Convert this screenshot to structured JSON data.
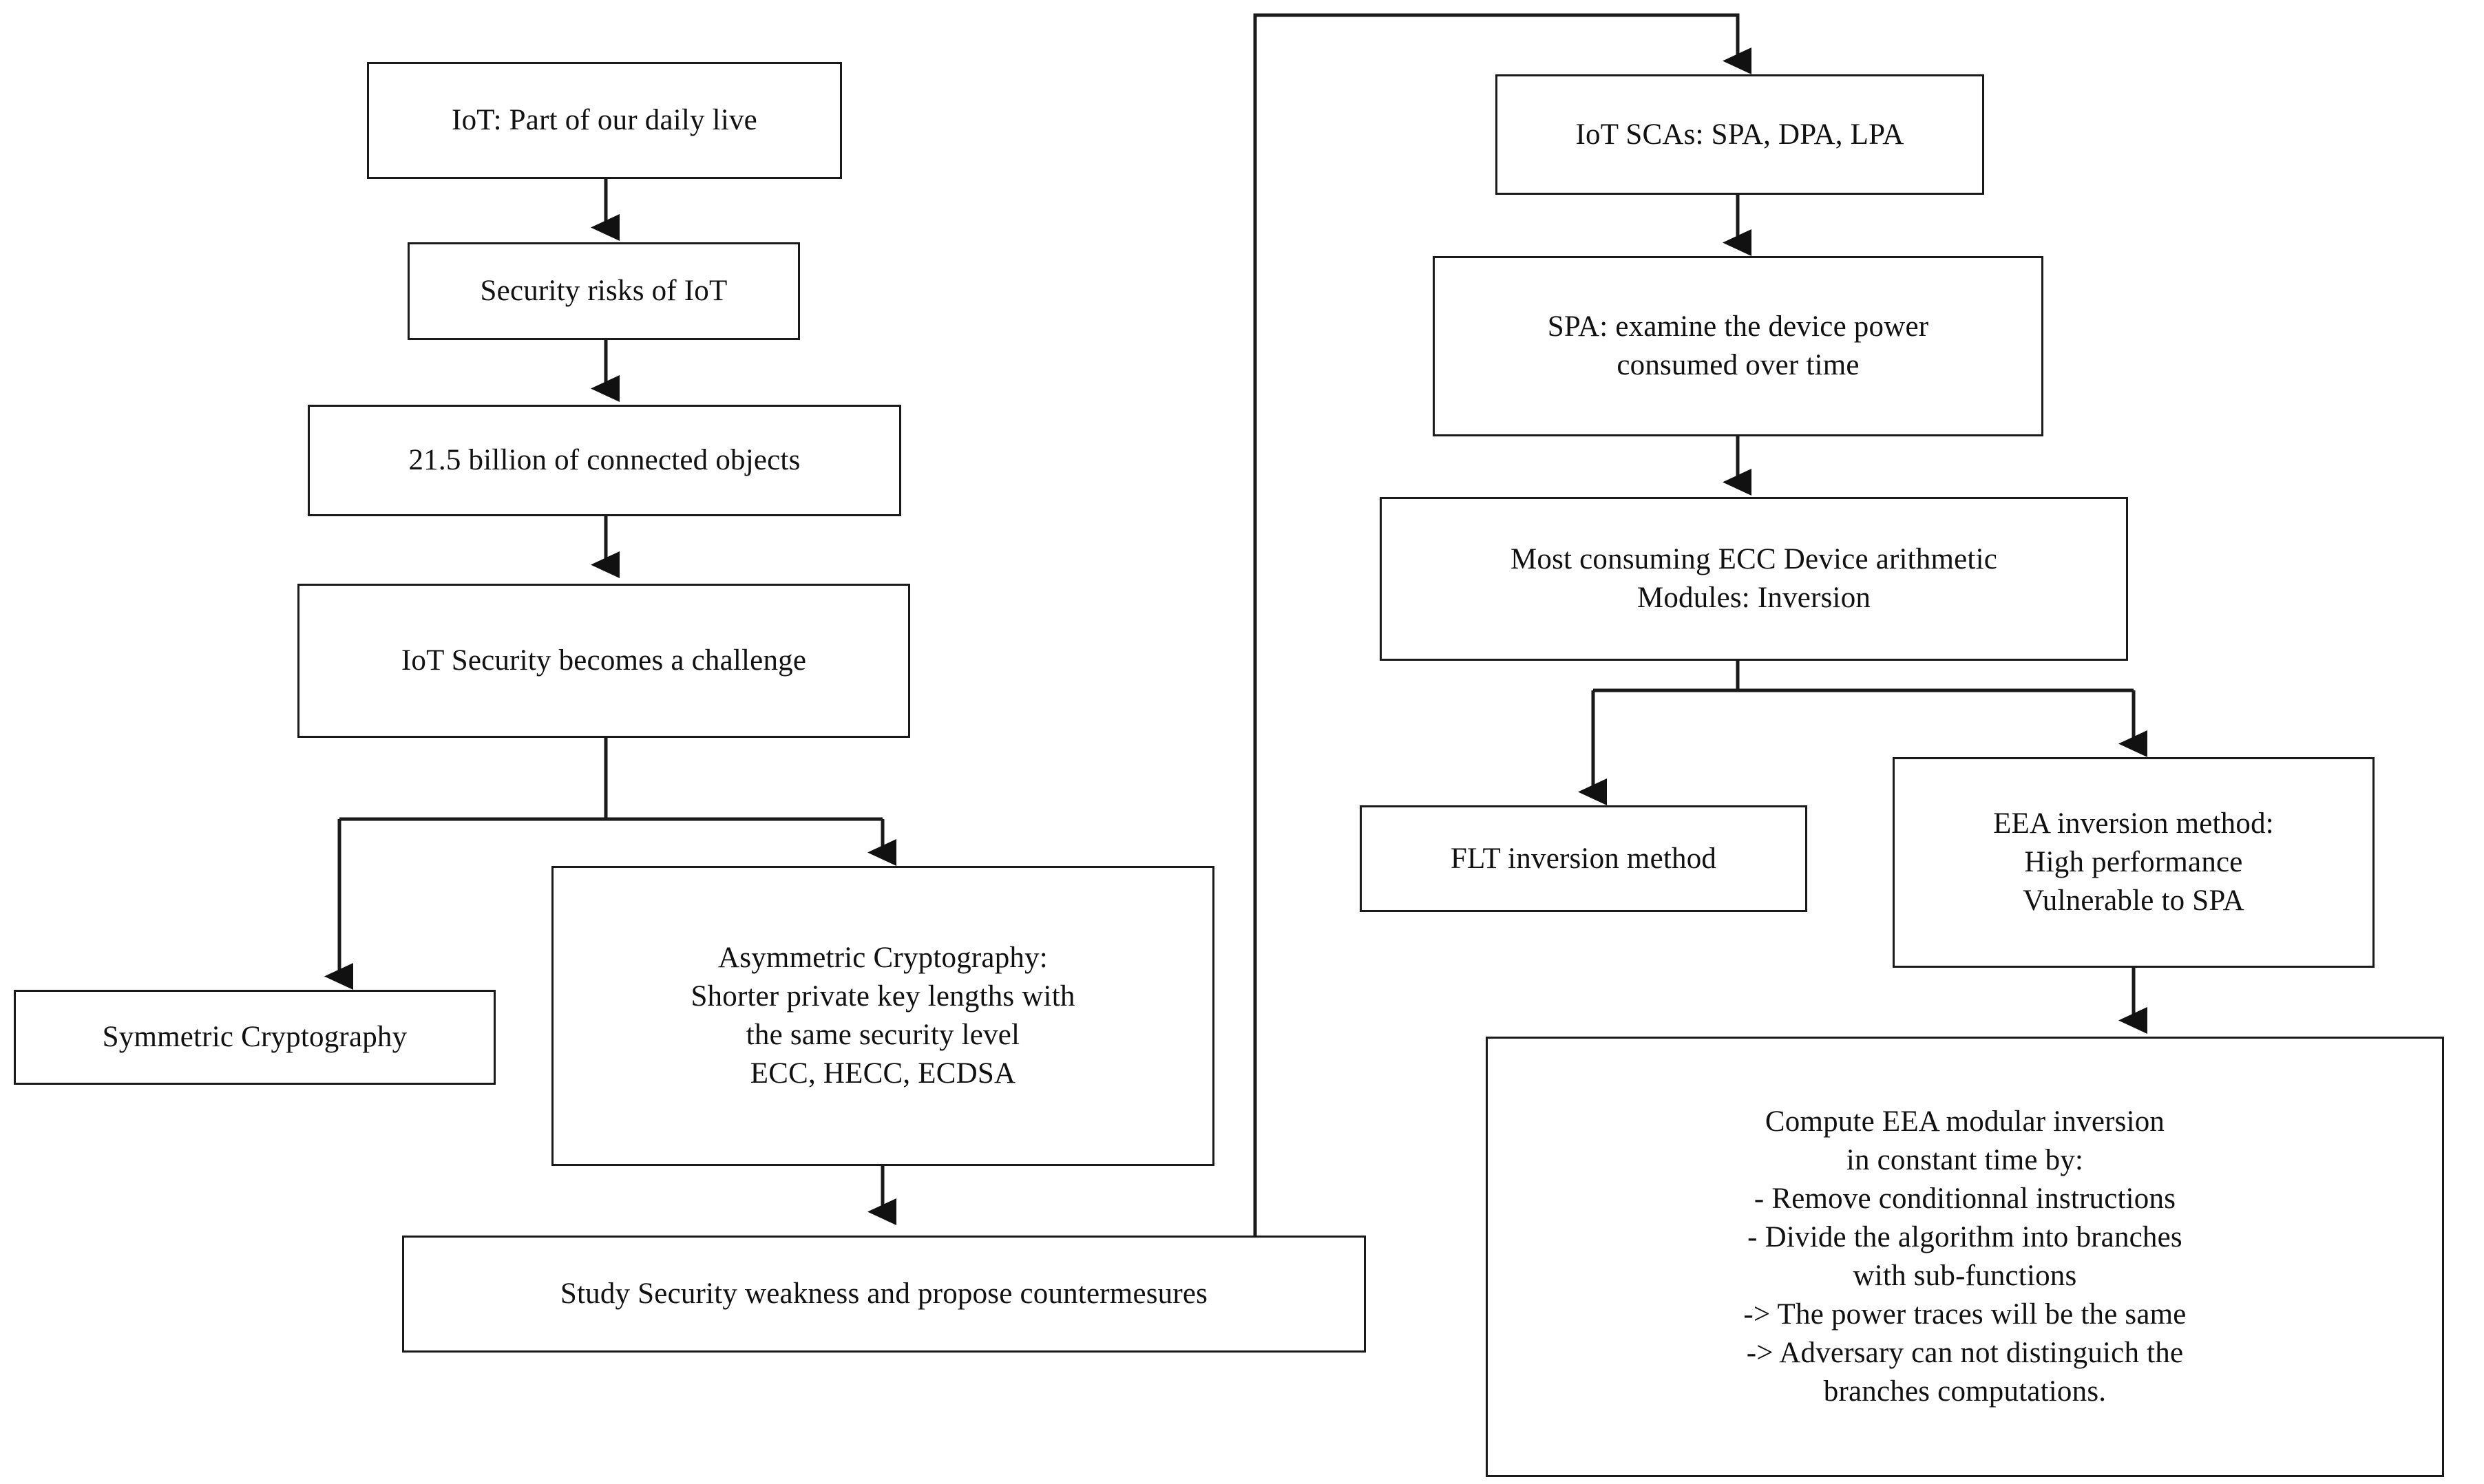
{
  "diagram": {
    "title": "IoT Security and ECC Side-Channel Attack Countermeasure Flowchart",
    "background_color": "#ffffff",
    "line_color": "#1a1a1a",
    "text_color": "#111111",
    "nodes": [
      {
        "id": "iot-daily",
        "label": "IoT: Part of our daily live"
      },
      {
        "id": "security-risks",
        "label": "Security risks of IoT"
      },
      {
        "id": "connected-objects",
        "label": "21.5 billion of connected objects"
      },
      {
        "id": "iot-challenge",
        "label": "IoT Security becomes a challenge"
      },
      {
        "id": "symmetric-crypto",
        "label": "Symmetric Cryptography"
      },
      {
        "id": "asymmetric-crypto",
        "label": "Asymmetric Cryptography:\nShorter private key lengths with\nthe same security level\nECC, HECC, ECDSA"
      },
      {
        "id": "study-weakness",
        "label": "Study Security weakness and propose countermesures"
      },
      {
        "id": "iot-scas",
        "label": "IoT SCAs: SPA, DPA, LPA"
      },
      {
        "id": "spa-examine",
        "label": "SPA: examine the device power\nconsumed over time"
      },
      {
        "id": "most-consuming",
        "label": "Most consuming ECC Device arithmetic\nModules: Inversion"
      },
      {
        "id": "flt-inversion",
        "label": "FLT inversion method"
      },
      {
        "id": "eea-inversion",
        "label": "EEA inversion method:\nHigh performance\nVulnerable to SPA"
      },
      {
        "id": "compute-eea",
        "label": "Compute EEA modular inversion\nin constant time by:\n - Remove conditionnal instructions\n- Divide the algorithm into branches\nwith sub-functions\n-> The power traces will be the same\n-> Adversary can not distinguich the\nbranches computations."
      }
    ],
    "edges": [
      {
        "from": "iot-daily",
        "to": "security-risks",
        "kind": "straight-down"
      },
      {
        "from": "security-risks",
        "to": "connected-objects",
        "kind": "straight-down"
      },
      {
        "from": "connected-objects",
        "to": "iot-challenge",
        "kind": "straight-down"
      },
      {
        "from": "iot-challenge",
        "to": "symmetric-crypto",
        "kind": "split-left"
      },
      {
        "from": "iot-challenge",
        "to": "asymmetric-crypto",
        "kind": "split-right"
      },
      {
        "from": "asymmetric-crypto",
        "to": "study-weakness",
        "kind": "straight-down"
      },
      {
        "from": "study-weakness",
        "to": "iot-scas",
        "kind": "loop-up-right"
      },
      {
        "from": "iot-scas",
        "to": "spa-examine",
        "kind": "straight-down"
      },
      {
        "from": "spa-examine",
        "to": "most-consuming",
        "kind": "straight-down"
      },
      {
        "from": "most-consuming",
        "to": "flt-inversion",
        "kind": "split-left"
      },
      {
        "from": "most-consuming",
        "to": "eea-inversion",
        "kind": "split-right"
      },
      {
        "from": "eea-inversion",
        "to": "compute-eea",
        "kind": "straight-down"
      }
    ]
  }
}
